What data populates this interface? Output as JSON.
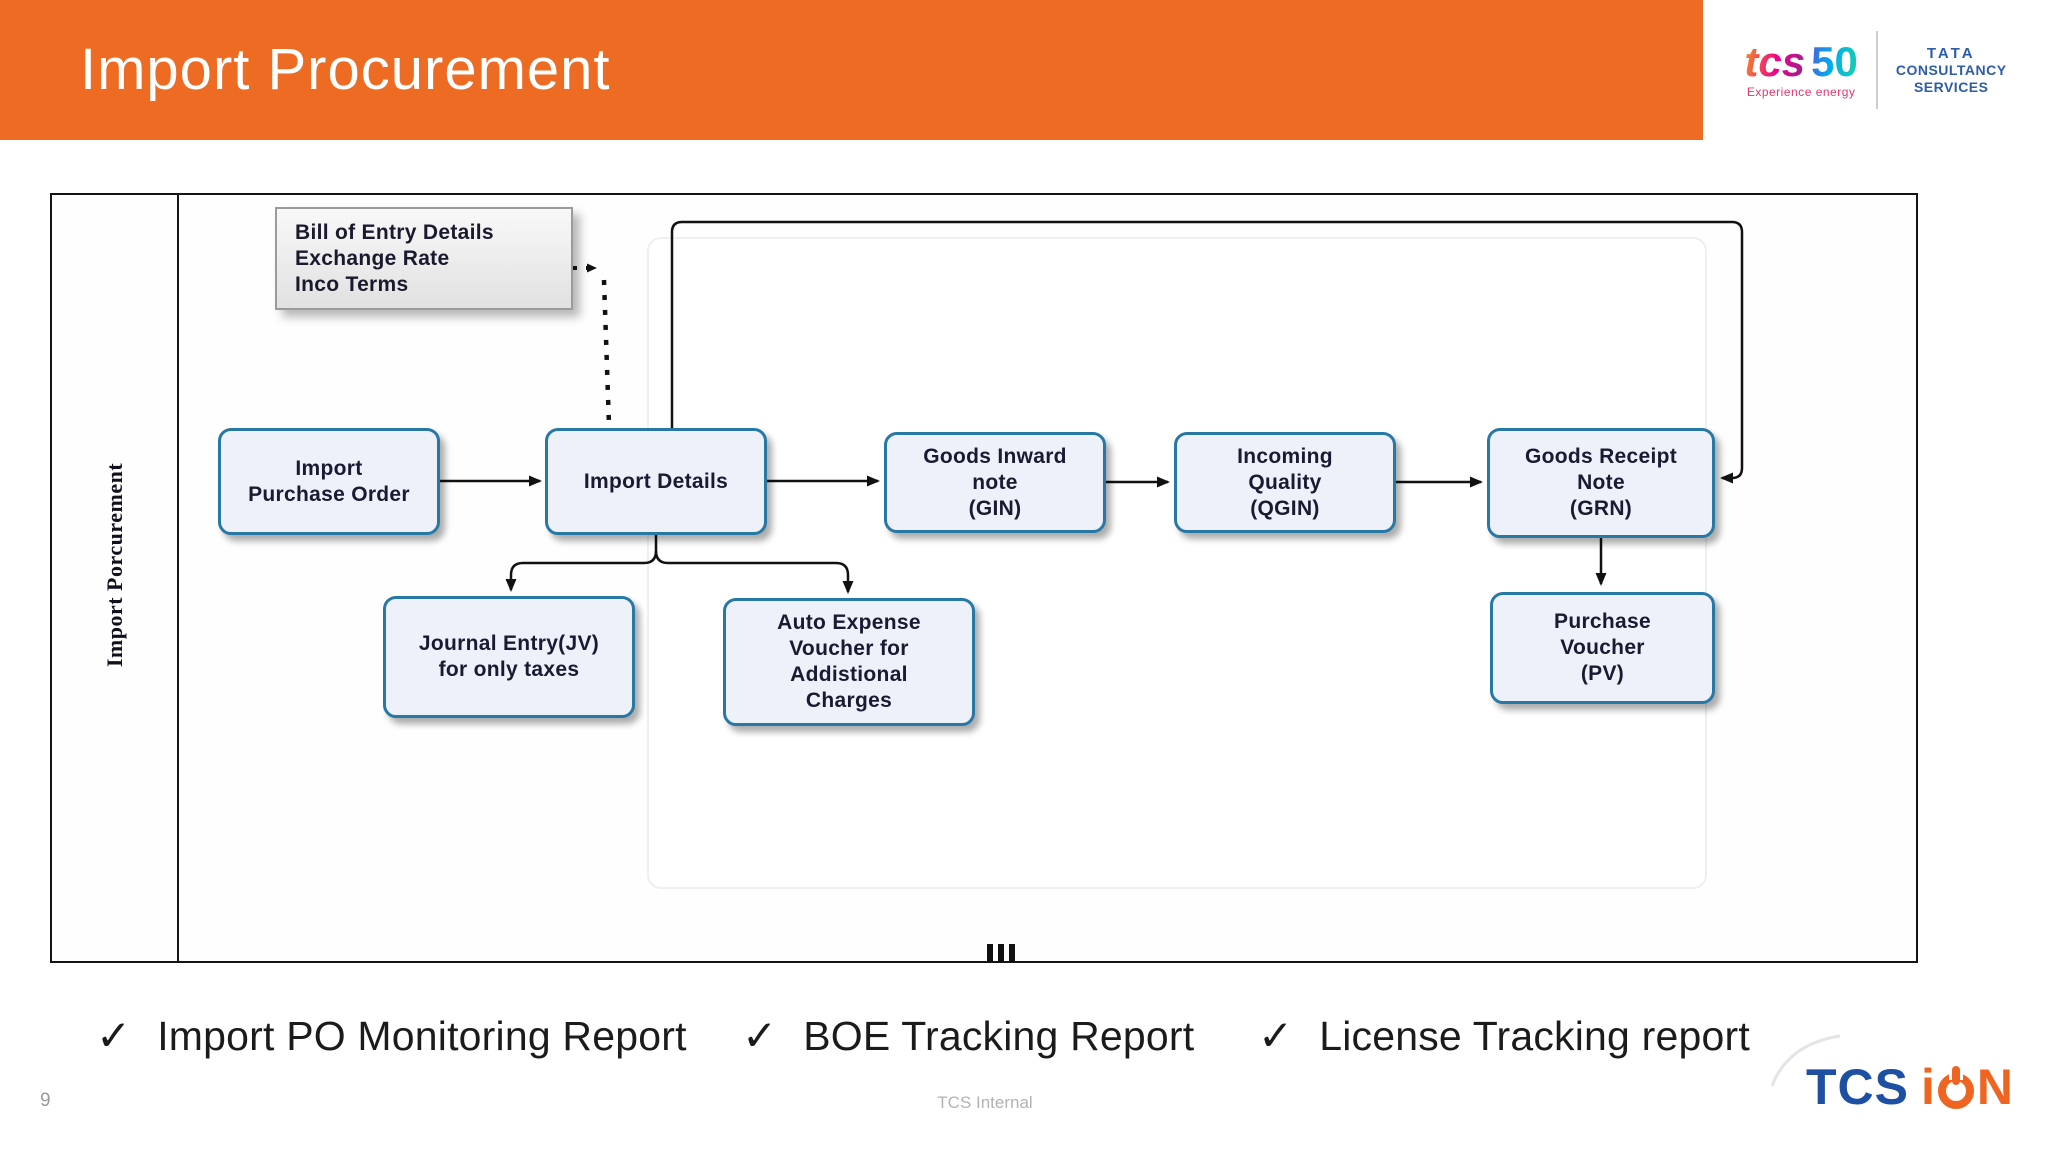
{
  "header": {
    "title": "Import Procurement",
    "brand": {
      "tcs_text": "tcs",
      "fifty_text": "50",
      "tagline": "Experience energy",
      "tata_line1": "TATA",
      "tata_line2": "CONSULTANCY",
      "tata_line3": "SERVICES"
    }
  },
  "colors": {
    "header_orange": "#ED6B23",
    "node_border": "#2878A6",
    "node_fill": "#EEF1F9",
    "node_text": "#1A1A33",
    "tata_blue": "#2D5CA9",
    "ion_orange": "#F06422",
    "ion_tcs_blue": "#1D4FA3"
  },
  "diagram": {
    "lane_label": "Import Porcurement",
    "note": {
      "text": "Bill of Entry Details\nExchange Rate\nInco Terms"
    },
    "nodes": {
      "import_po": {
        "label": "Import\nPurchase Order"
      },
      "import_details": {
        "label": "Import Details"
      },
      "gin": {
        "label": "Goods Inward\nnote\n(GIN)"
      },
      "qgin": {
        "label": "Incoming\nQuality\n(QGIN)"
      },
      "grn": {
        "label": "Goods Receipt\nNote\n(GRN)"
      },
      "jv": {
        "label": "Journal Entry(JV)\nfor only taxes"
      },
      "aev": {
        "label": "Auto Expense\nVoucher for\nAddistional\nCharges"
      },
      "pv": {
        "label": "Purchase\nVoucher\n(PV)"
      }
    }
  },
  "bullets": [
    {
      "icon": "✓",
      "label": "Import PO Monitoring Report"
    },
    {
      "icon": "✓",
      "label": "BOE Tracking Report"
    },
    {
      "icon": "✓",
      "label": "License Tracking report"
    }
  ],
  "footer": {
    "page_number": "9",
    "classification": "TCS Internal",
    "logo_tcs": "TCS",
    "logo_i": "i",
    "logo_n": "N"
  }
}
